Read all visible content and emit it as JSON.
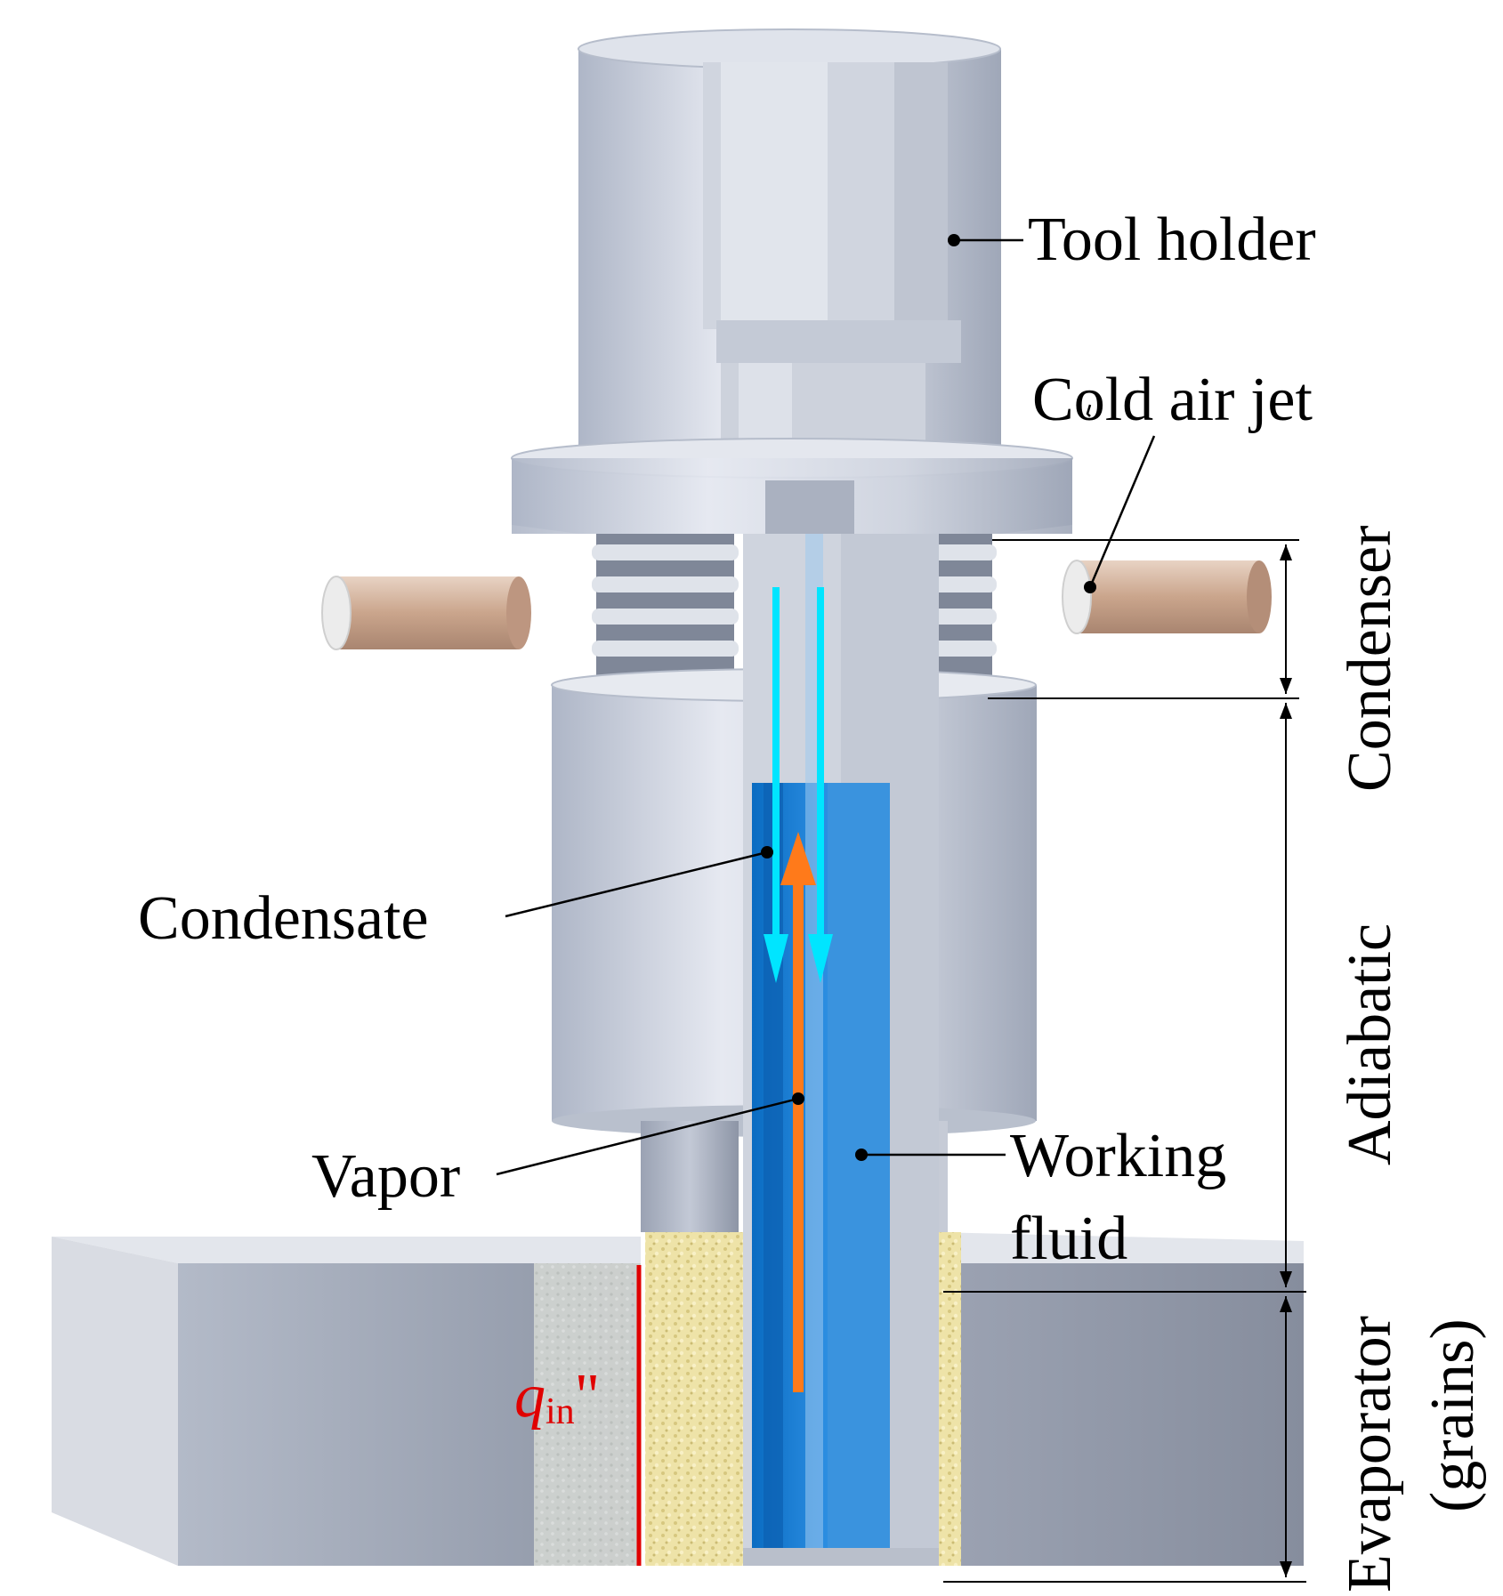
{
  "labels": {
    "tool_holder": "Tool holder",
    "cold_air_jet": "Cold air jet",
    "condensate": "Condensate",
    "vapor": "Vapor",
    "working_fluid_line1": "Working",
    "working_fluid_line2": "fluid",
    "heat_flux_symbol": "q",
    "heat_flux_subscript": "in",
    "heat_flux_prime": "\""
  },
  "sections": {
    "condenser": "Condenser",
    "adiabatic": "Adiabatic",
    "evaporator_line1": "Evaporator",
    "evaporator_line2": "(grains)"
  },
  "colors": {
    "condensate_arrow": "#00e5ff",
    "vapor_arrow": "#ff7a1a",
    "working_fluid": "#1e7fd6",
    "heat_flux": "#e00000",
    "grains": "#e9dfa0",
    "metal": "#c9cfdc"
  }
}
